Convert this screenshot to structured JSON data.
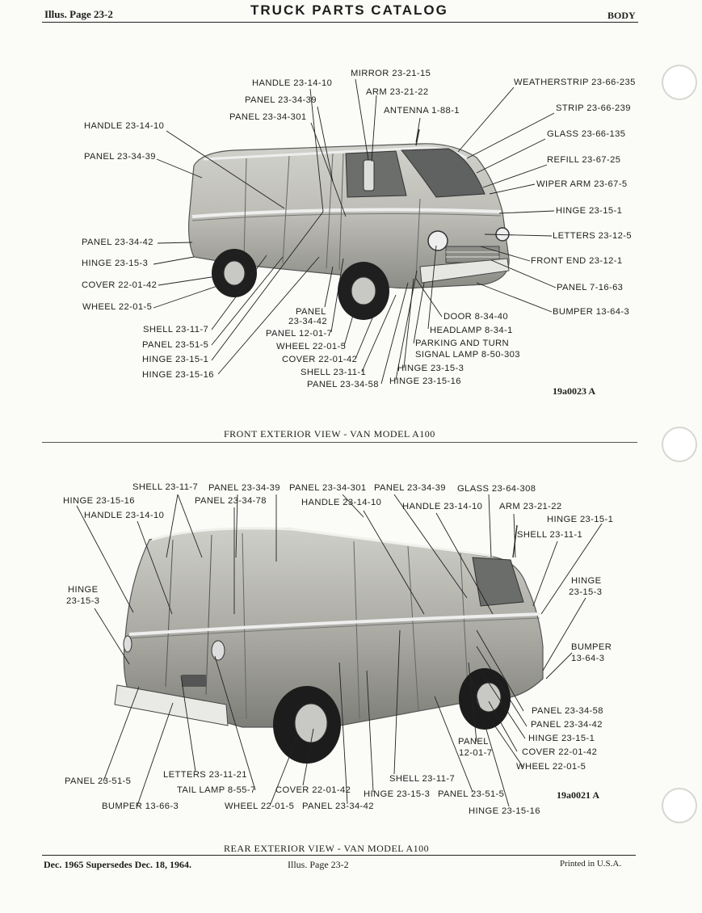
{
  "header": {
    "left": "Illus. Page 23-2",
    "center": "TRUCK PARTS CATALOG",
    "right": "BODY"
  },
  "front": {
    "caption": "FRONT EXTERIOR VIEW - VAN MODEL A100",
    "figure_id": "19a0023 A",
    "labels": {
      "mirror": "MIRROR 23-21-15",
      "handle_top": "HANDLE 23-14-10",
      "arm": "ARM 23-21-22",
      "panel_top1": "PANEL 23-34-39",
      "panel_top2": "PANEL 23-34-301",
      "antenna": "ANTENNA 1-88-1",
      "handle_left": "HANDLE 23-14-10",
      "panel_left": "PANEL 23-34-39",
      "panel_42": "PANEL 23-34-42",
      "hinge_left": "HINGE 23-15-3",
      "cover_left": "COVER 22-01-42",
      "wheel_left": "WHEEL 22-01-5",
      "shell_b": "SHELL 23-11-7",
      "panel_b": "PANEL 23-51-5",
      "hinge_b1": "HINGE 23-15-1",
      "hinge_b2": "HINGE 23-15-16",
      "panel_c1": "PANEL",
      "panel_c2": "23-34-42",
      "panel_c3": "PANEL 12-01-7",
      "wheel_c": "WHEEL 22-01-5",
      "cover_c": "COVER 22-01-42",
      "shell_c": "SHELL 23-11-1",
      "panel_c4": "PANEL 23-34-58",
      "weatherstrip": "WEATHERSTRIP 23-66-235",
      "strip": "STRIP 23-66-239",
      "glass": "GLASS 23-66-135",
      "refill": "REFILL  23-67-25",
      "wiper": "WIPER ARM 23-67-5",
      "hinge_r": "HINGE 23-15-1",
      "letters": "LETTERS 23-12-5",
      "front_end": "FRONT END 23-12-1",
      "panel_r": "PANEL 7-16-63",
      "bumper": "BUMPER 13-64-3",
      "door": "DOOR 8-34-40",
      "headlamp": "HEADLAMP 8-34-1",
      "parking1": "PARKING AND TURN",
      "parking2": "SIGNAL LAMP 8-50-303",
      "hinge_d1": "HINGE 23-15-3",
      "hinge_d2": "HINGE 23-15-16"
    }
  },
  "rear": {
    "caption": "REAR EXTERIOR VIEW - VAN MODEL A100",
    "figure_id": "19a0021 A",
    "labels": {
      "shell_t": "SHELL 23-11-7",
      "panel_t1": "PANEL 23-34-39",
      "panel_t2": "PANEL 23-34-301",
      "panel_t3": "PANEL 23-34-39",
      "glass_t": "GLASS 23-64-308",
      "hinge_tl": "HINGE 23-15-16",
      "panel_t4": "PANEL 23-34-78",
      "handle_t1": "HANDLE 23-14-10",
      "handle_t2": "HANDLE 23-14-10",
      "arm_t": "ARM 23-21-22",
      "handle_tl": "HANDLE 23-14-10",
      "hinge_tr": "HINGE 23-15-1",
      "shell_tr": "SHELL 23-11-1",
      "hinge_l1": "HINGE",
      "hinge_l2": "23-15-3",
      "hinge_r1": "HINGE",
      "hinge_r2": "23-15-3",
      "bumper_r1": "BUMPER",
      "bumper_r2": "13-64-3",
      "panel_r58": "PANEL 23-34-58",
      "panel_r42": "PANEL 23-34-42",
      "hinge_r151": "HINGE 23-15-1",
      "panel_m1": "PANEL",
      "panel_m2": "12-01-7",
      "cover_r": "COVER 22-01-42",
      "wheel_r": "WHEEL 22-01-5",
      "panel_bl": "PANEL 23-51-5",
      "letters_b": "LETTERS 23-11-21",
      "tail_lamp": "TAIL LAMP 8-55-7",
      "cover_b": "COVER 22-01-42",
      "wheel_b": "WHEEL 22-01-5",
      "panel_b42": "PANEL 23-34-42",
      "bumper_b": "BUMPER 13-66-3",
      "shell_b": "SHELL 23-11-7",
      "hinge_b": "HINGE 23-15-3",
      "panel_b515": "PANEL 23-51-5",
      "hinge_b16": "HINGE 23-15-16"
    }
  },
  "footer": {
    "left": "Dec. 1965 Supersedes Dec. 18, 1964.",
    "center": "Illus. Page 23-2",
    "right": "Printed in U.S.A."
  }
}
